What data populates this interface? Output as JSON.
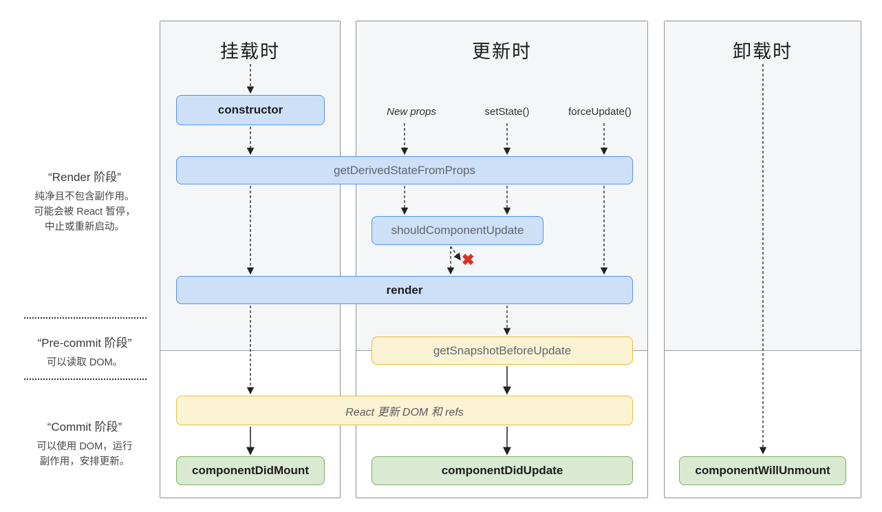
{
  "columns": [
    {
      "title": "挂载时"
    },
    {
      "title": "更新时",
      "triggers": [
        "New props",
        "setState()",
        "forceUpdate()"
      ]
    },
    {
      "title": "卸载时"
    }
  ],
  "phases": [
    {
      "title": "“Render 阶段”",
      "lines": [
        "纯净且不包含副作用。",
        "可能会被 React 暂停，",
        "中止或重新启动。"
      ]
    },
    {
      "title": "“Pre-commit 阶段”",
      "lines": [
        "可以读取 DOM。"
      ]
    },
    {
      "title": "“Commit 阶段”",
      "lines": [
        "可以使用 DOM，运行",
        "副作用，安排更新。"
      ]
    }
  ],
  "boxes": {
    "constructor": "constructor",
    "getDerivedStateFromProps": "getDerivedStateFromProps",
    "shouldComponentUpdate": "shouldComponentUpdate",
    "render": "render",
    "getSnapshotBeforeUpdate": "getSnapshotBeforeUpdate",
    "reactUpdates": "React 更新 DOM 和 refs",
    "componentDidMount": "componentDidMount",
    "componentDidUpdate": "componentDidUpdate",
    "componentWillUnmount": "componentWillUnmount"
  },
  "icons": {
    "skip_icon": "✖"
  },
  "colors": {
    "blue_fill": "#cde0f7",
    "blue_border": "#5295e8",
    "yellow_fill": "#fcf3d5",
    "yellow_border": "#e6bd38",
    "green_fill": "#d9e9d2",
    "green_border": "#7fae5e",
    "skip_red": "#d93025"
  }
}
